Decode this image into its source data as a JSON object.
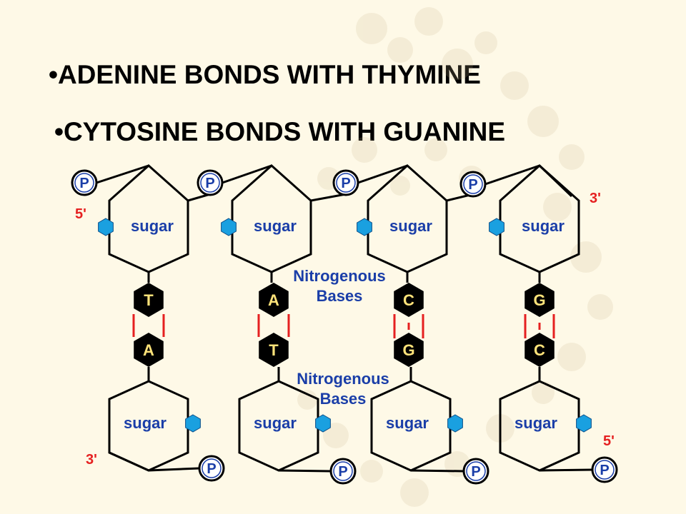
{
  "bullets": [
    "•ADENINE BONDS WITH THYMINE",
    "•CYTOSINE BONDS WITH GUANINE"
  ],
  "diagram": {
    "phosphate_label": "P",
    "sugar_label": "sugar",
    "nitrogenous_bases_label": [
      "Nitrogenous",
      "Bases"
    ],
    "ends": {
      "top_left": "5'",
      "top_right": "3'",
      "bottom_left": "3'",
      "bottom_right": "5'"
    },
    "base_pairs": [
      {
        "top": "T",
        "bottom": "A",
        "hydrogen_bonds": 2
      },
      {
        "top": "A",
        "bottom": "T",
        "hydrogen_bonds": 2
      },
      {
        "top": "C",
        "bottom": "G",
        "hydrogen_bonds": 3
      },
      {
        "top": "G",
        "bottom": "C",
        "hydrogen_bonds": 3
      }
    ],
    "colors": {
      "background": "#FEF9E7",
      "sugar_text": "#1A3EA8",
      "label_text": "#1A3EA8",
      "phosphate_fill": "#FFFFFF",
      "phosphate_stroke": "#1A3EA8",
      "base_fill": "#000000",
      "base_text": "#FFE37A",
      "bond_color": "#E52020",
      "attachment_dot": "#1AA0E0",
      "end_label": "#E52020",
      "backbone": "#000000"
    }
  }
}
